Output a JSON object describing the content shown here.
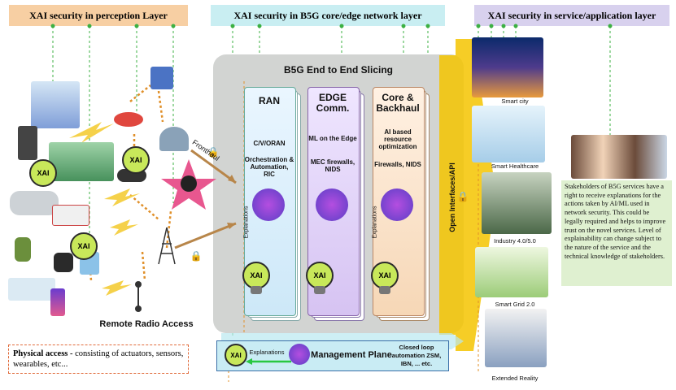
{
  "perception": {
    "header": "XAI security in perception Layer",
    "remote_radio": "Remote Radio Access",
    "fronthaul": "Fronthaul",
    "physical_bold": "Physical access -",
    "physical_rest": " consisting of actuators, sensors, wearables, etc..."
  },
  "network": {
    "header": "XAI security in B5G core/edge network layer",
    "slicing_title": "B5G End to End Slicing",
    "ran": {
      "title": "RAN",
      "t1": "C/V/ORAN",
      "t2": "Orchestration & Automation, RIC",
      "expl": "Explanations"
    },
    "edge": {
      "title": "EDGE Comm.",
      "t1": "ML on the Edge",
      "t2": "MEC firewalls, NIDS"
    },
    "core": {
      "title": "Core & Backhaul",
      "t1": "AI based resource optimization",
      "t2": "Firewalls, NIDS",
      "expl": "Explanations"
    },
    "mgmt": {
      "title": "Management Plane",
      "expl": "Explanations",
      "closed": "Closed loop automation ZSM, IBN, ... etc."
    },
    "xai_label": "XAI",
    "open_interfaces": "Open Interfaces/API"
  },
  "service": {
    "header": "XAI security in service/application layer",
    "smart_city": "Smart city",
    "smart_healthcare": "Smart Healthcare",
    "industry": "Industry 4.0/5.0",
    "smart_grid": "Smart Grid 2.0",
    "xr": "Extended Reality",
    "stakeholder_text": "Stakeholders of B5G services have a right to receive explanations for the actions taken by AI/ML used in network security. This could be legally required and helps to improve trust on the novel services. Level of explainability can change subject to the nature of the service and the technical knowledge of stakeholders."
  }
}
